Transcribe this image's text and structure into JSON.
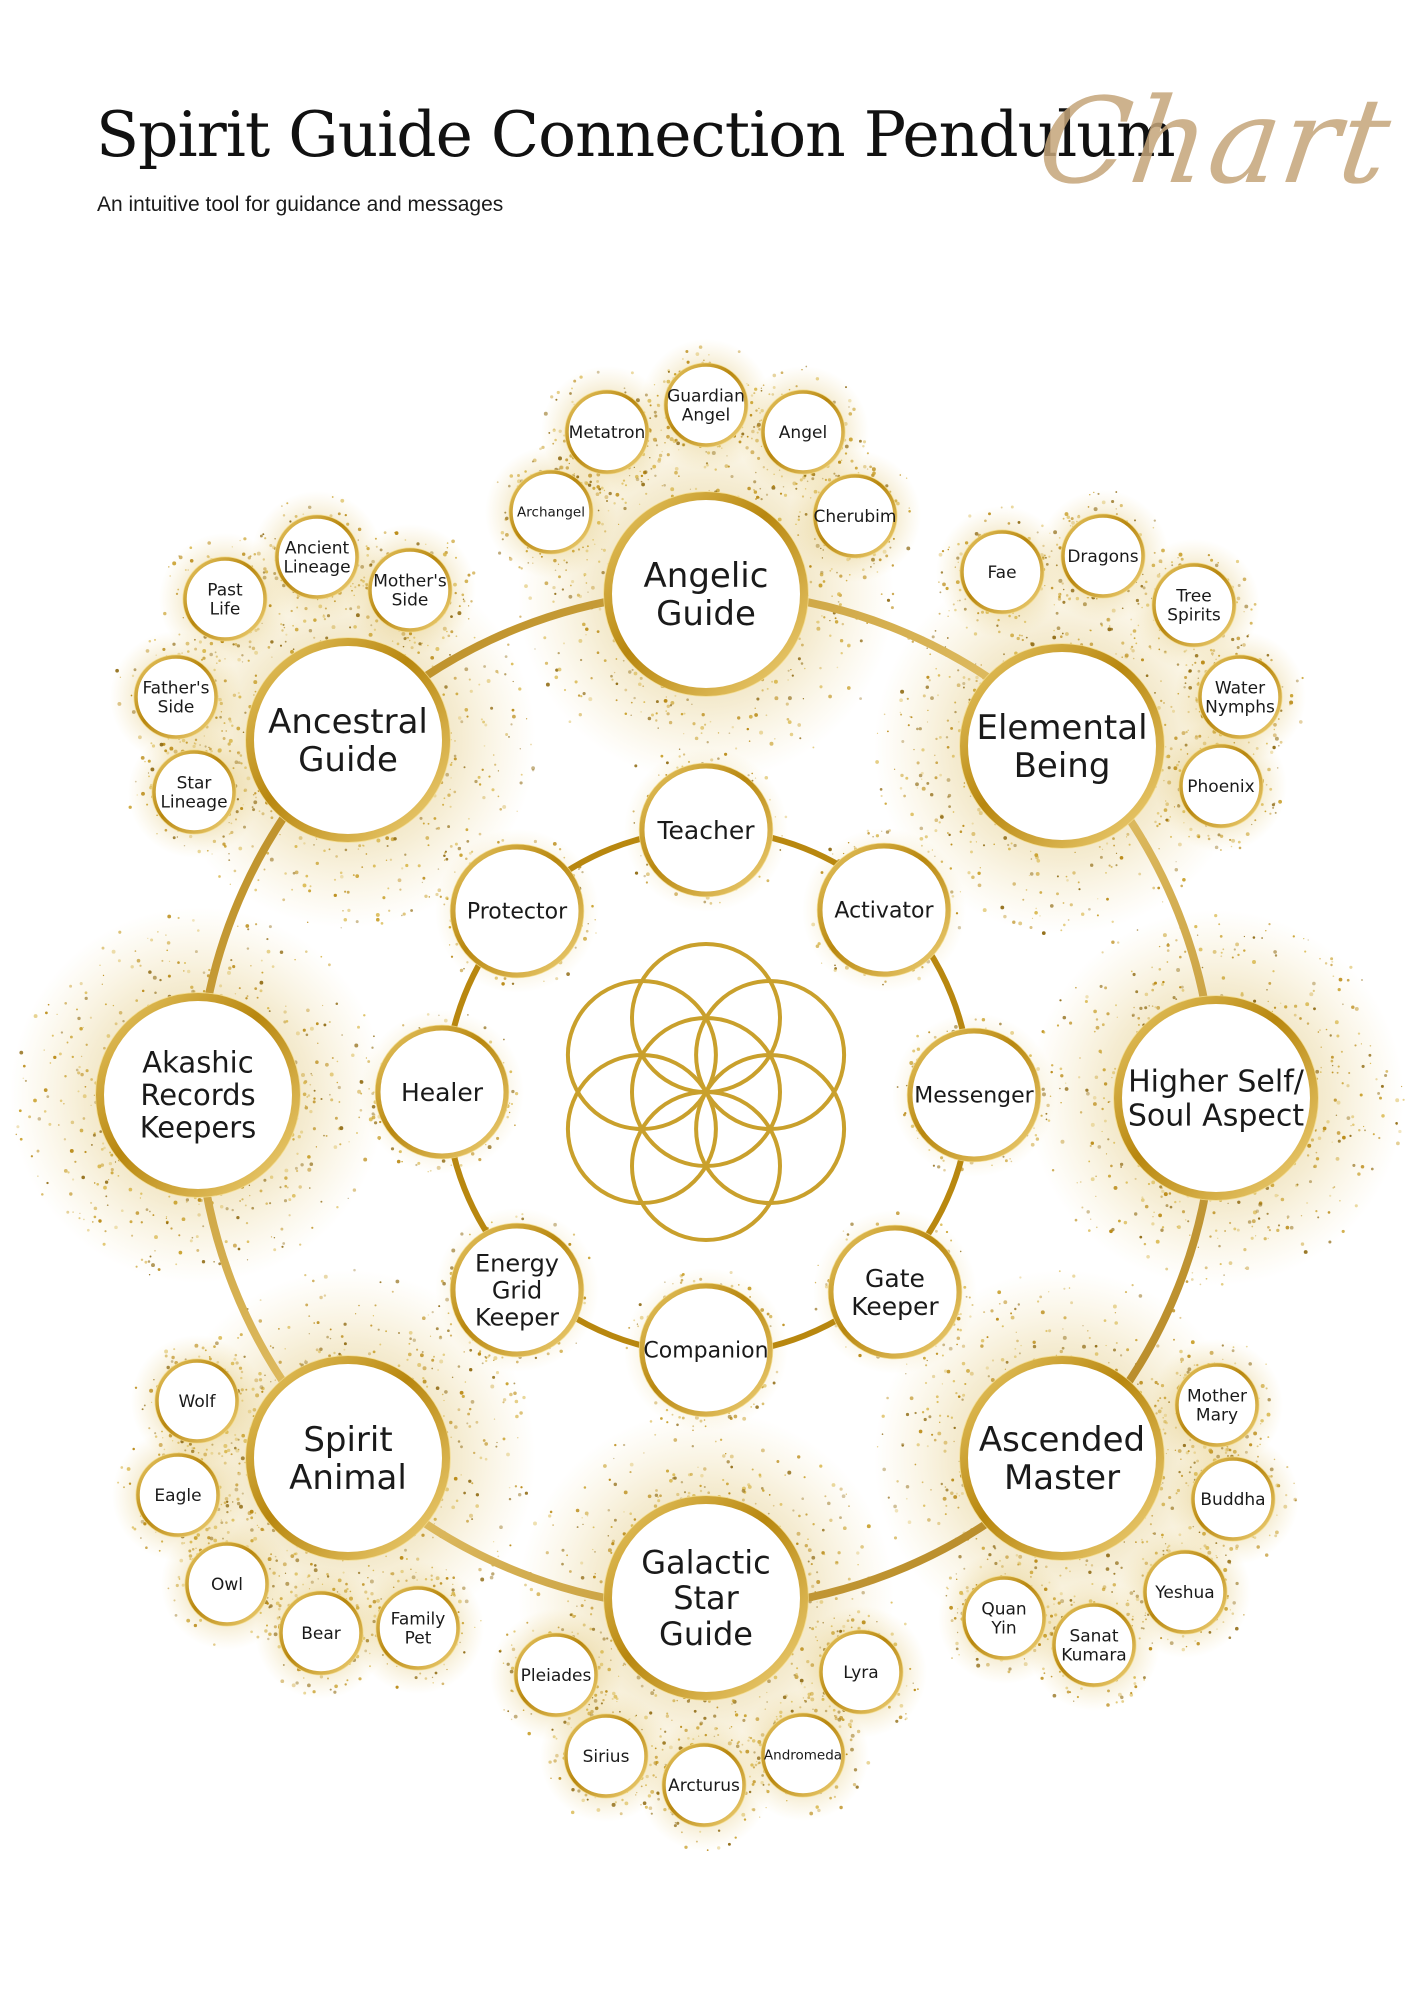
{
  "title": "Spirit Guide Connection Pendulum",
  "script_word": "Chart",
  "subtitle": "An intuitive tool for guidance and messages",
  "colors": {
    "gold": "#c9a02c",
    "gold_dark": "#a97d17",
    "gold_light": "#e7c766",
    "text": "#1a1a1a"
  },
  "main_guides": [
    {
      "id": "angelic-guide",
      "label": [
        "Angelic",
        "Guide"
      ],
      "sub": [
        "Archangel",
        "Metatron",
        "Guardian Angel",
        "Angel",
        "Cherubim"
      ]
    },
    {
      "id": "elemental-being",
      "label": [
        "Elemental",
        "Being"
      ],
      "sub": [
        "Fae",
        "Dragons",
        "Tree Spirits",
        "Water Nymphs",
        "Phoenix"
      ]
    },
    {
      "id": "higher-self-soul-aspect",
      "label": [
        "Higher Self/",
        "Soul Aspect"
      ],
      "sub": []
    },
    {
      "id": "ascended-master",
      "label": [
        "Ascended",
        "Master"
      ],
      "sub": [
        "Mother Mary",
        "Buddha",
        "Yeshua",
        "Sanat Kumara",
        "Quan Yin"
      ]
    },
    {
      "id": "galactic-star-guide",
      "label": [
        "Galactic",
        "Star",
        "Guide"
      ],
      "sub": [
        "Lyra",
        "Andromeda",
        "Arcturus",
        "Sirius",
        "Pleiades"
      ]
    },
    {
      "id": "spirit-animal",
      "label": [
        "Spirit",
        "Animal"
      ],
      "sub": [
        "Family Pet",
        "Bear",
        "Owl",
        "Eagle",
        "Wolf"
      ]
    },
    {
      "id": "akashic-records-keepers",
      "label": [
        "Akashic",
        "Records",
        "Keepers"
      ],
      "sub": []
    },
    {
      "id": "ancestral-guide",
      "label": [
        "Ancestral",
        "Guide"
      ],
      "sub": [
        "Star Lineage",
        "Father's Side",
        "Past Life",
        "Ancient Lineage",
        "Mother's Side"
      ]
    }
  ],
  "inner_roles": [
    {
      "id": "teacher",
      "label": [
        "Teacher"
      ]
    },
    {
      "id": "activator",
      "label": [
        "Activator"
      ]
    },
    {
      "id": "messenger",
      "label": [
        "Messenger"
      ]
    },
    {
      "id": "gate-keeper",
      "label": [
        "Gate",
        "Keeper"
      ]
    },
    {
      "id": "companion",
      "label": [
        "Companion"
      ]
    },
    {
      "id": "energy-grid-keeper",
      "label": [
        "Energy",
        "Grid",
        "Keeper"
      ]
    },
    {
      "id": "healer",
      "label": [
        "Healer"
      ]
    },
    {
      "id": "protector",
      "label": [
        "Protector"
      ]
    }
  ],
  "center_symbol": "seed-of-life-icon"
}
